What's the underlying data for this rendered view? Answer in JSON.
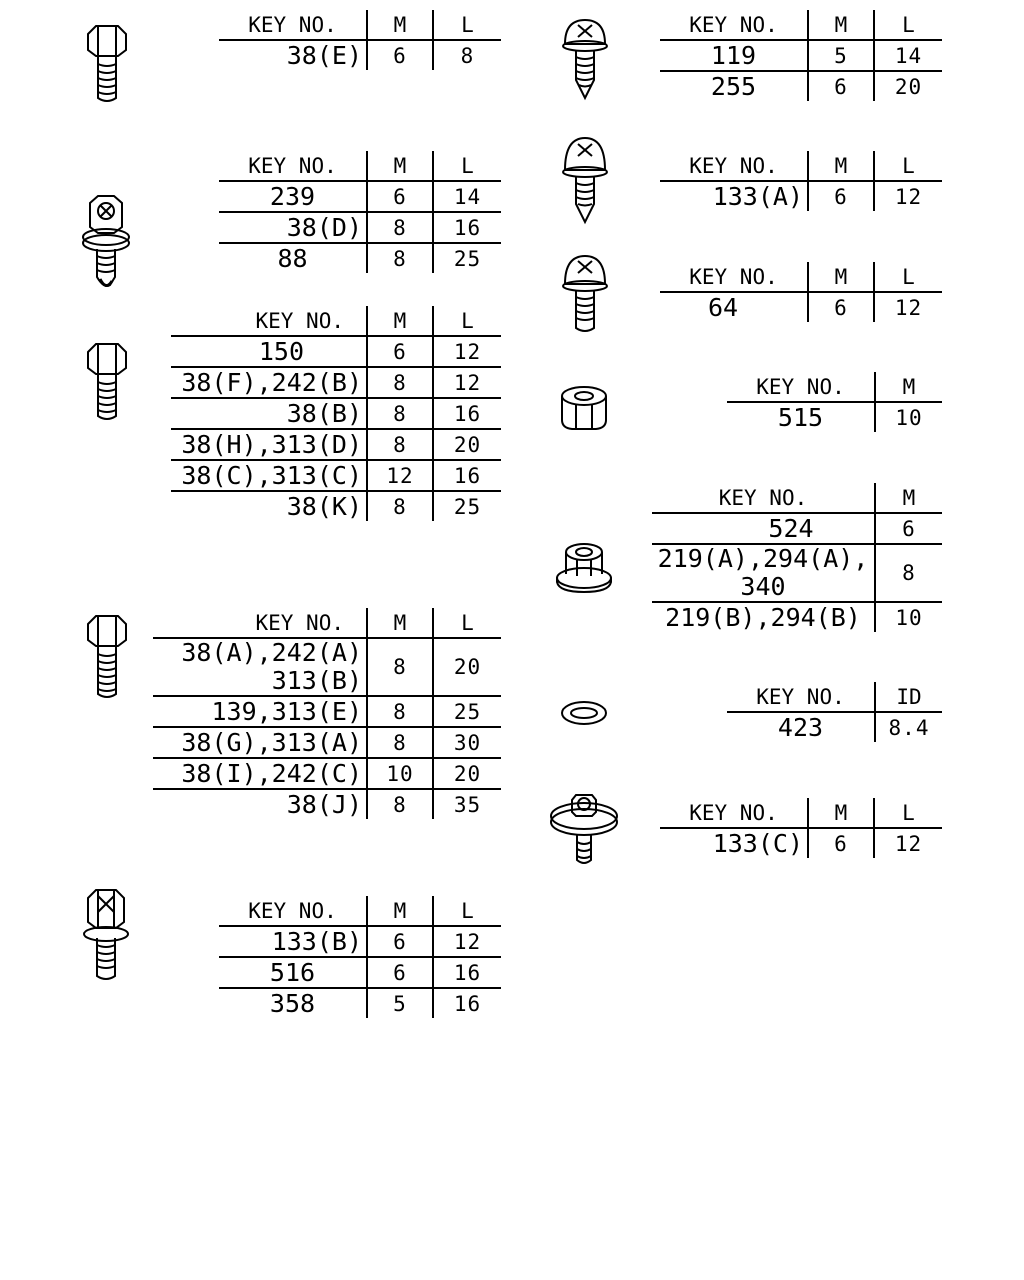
{
  "colors": {
    "ink": "#000000",
    "paper": "#ffffff"
  },
  "fasteners": [
    {
      "icon": "hex-bolt-icon",
      "headers": [
        "KEY NO.",
        "M",
        "L"
      ],
      "rows": [
        {
          "key": "38(E)",
          "m": "6",
          "l": "8"
        }
      ]
    },
    {
      "icon": "washer-head-screw-icon",
      "headers": [
        "KEY NO.",
        "M",
        "L"
      ],
      "rows": [
        {
          "key": "239",
          "m": "6",
          "l": "14"
        },
        {
          "key": "38(D)",
          "m": "8",
          "l": "16"
        },
        {
          "key": "88",
          "m": "8",
          "l": "25"
        }
      ]
    },
    {
      "icon": "flange-bolt-icon",
      "headers": [
        "KEY NO.",
        "M",
        "L"
      ],
      "rows": [
        {
          "key": "150",
          "m": "6",
          "l": "12"
        },
        {
          "key": "38(F),242(B)",
          "m": "8",
          "l": "12"
        },
        {
          "key": "38(B)",
          "m": "8",
          "l": "16"
        },
        {
          "key": "38(H),313(D)",
          "m": "8",
          "l": "20"
        },
        {
          "key": "38(C),313(C)",
          "m": "12",
          "l": "16"
        },
        {
          "key": "38(K)",
          "m": "8",
          "l": "25"
        }
      ]
    },
    {
      "icon": "flange-bolt-long-icon",
      "headers": [
        "KEY NO.",
        "M",
        "L"
      ],
      "rows": [
        {
          "key": "38(A),242(A)\n313(B)",
          "m": "8",
          "l": "20"
        },
        {
          "key": "139,313(E)",
          "m": "8",
          "l": "25"
        },
        {
          "key": "38(G),313(A)",
          "m": "8",
          "l": "30"
        },
        {
          "key": "38(I),242(C)",
          "m": "10",
          "l": "20"
        },
        {
          "key": "38(J)",
          "m": "8",
          "l": "35"
        }
      ]
    },
    {
      "icon": "cross-head-bolt-icon",
      "headers": [
        "KEY NO.",
        "M",
        "L"
      ],
      "rows": [
        {
          "key": "133(B)",
          "m": "6",
          "l": "12"
        },
        {
          "key": "516",
          "m": "6",
          "l": "16"
        },
        {
          "key": "358",
          "m": "5",
          "l": "16"
        }
      ]
    },
    {
      "icon": "tapping-screw-icon",
      "headers": [
        "KEY NO.",
        "M",
        "L"
      ],
      "rows": [
        {
          "key": "119",
          "m": "5",
          "l": "14"
        },
        {
          "key": "255",
          "m": "6",
          "l": "20"
        }
      ]
    },
    {
      "icon": "phillips-tapping-screw-icon",
      "headers": [
        "KEY NO.",
        "M",
        "L"
      ],
      "rows": [
        {
          "key": "133(A)",
          "m": "6",
          "l": "12"
        }
      ]
    },
    {
      "icon": "phillips-screw-icon",
      "headers": [
        "KEY NO.",
        "M",
        "L"
      ],
      "rows": [
        {
          "key": "64",
          "m": "6",
          "l": "12"
        }
      ]
    },
    {
      "icon": "hex-nut-icon",
      "headers": [
        "KEY NO.",
        "M"
      ],
      "rows": [
        {
          "key": "515",
          "m": "10"
        }
      ]
    },
    {
      "icon": "flange-nut-icon",
      "headers": [
        "KEY NO.",
        "M"
      ],
      "rows": [
        {
          "key": "524",
          "m": "6"
        },
        {
          "key": "219(A),294(A),\n340",
          "m": "8"
        },
        {
          "key": "219(B),294(B)",
          "m": "10"
        }
      ]
    },
    {
      "icon": "washer-icon",
      "headers": [
        "KEY NO.",
        "ID"
      ],
      "rows": [
        {
          "key": "423",
          "id": "8.4"
        }
      ]
    },
    {
      "icon": "sems-bolt-icon",
      "headers": [
        "KEY NO.",
        "M",
        "L"
      ],
      "rows": [
        {
          "key": "133(C)",
          "m": "6",
          "l": "12"
        }
      ]
    }
  ]
}
